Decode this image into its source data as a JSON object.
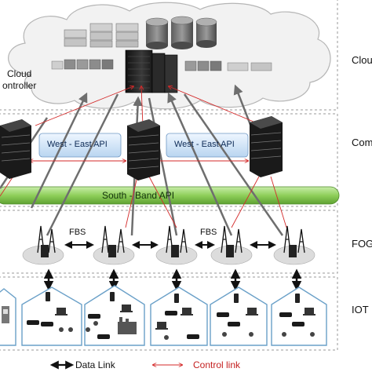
{
  "layers": [
    {
      "id": "cloud",
      "label": "Clou"
    },
    {
      "id": "compute",
      "label": "Com"
    },
    {
      "id": "fog",
      "label": "FOG"
    },
    {
      "id": "iot",
      "label": "IOT"
    }
  ],
  "cloud_controller": {
    "line1": "Cloud",
    "line2": "ontroller"
  },
  "apis": {
    "west_east_left": "West - East API",
    "west_east_right": "West - East API",
    "south_band": "South - Band API"
  },
  "fbs": {
    "left": "FBS",
    "right": "FBS"
  },
  "legend": {
    "data_link": "Data Link",
    "control_link": "Control link"
  },
  "colors": {
    "dashed_border": "#9a9a9a",
    "band_green": "#8fcf5a",
    "api_box": "#cfe3f6",
    "control_link": "#d42a2a",
    "data_link": "#111111",
    "cloud_fill": "#f2f2f2"
  }
}
